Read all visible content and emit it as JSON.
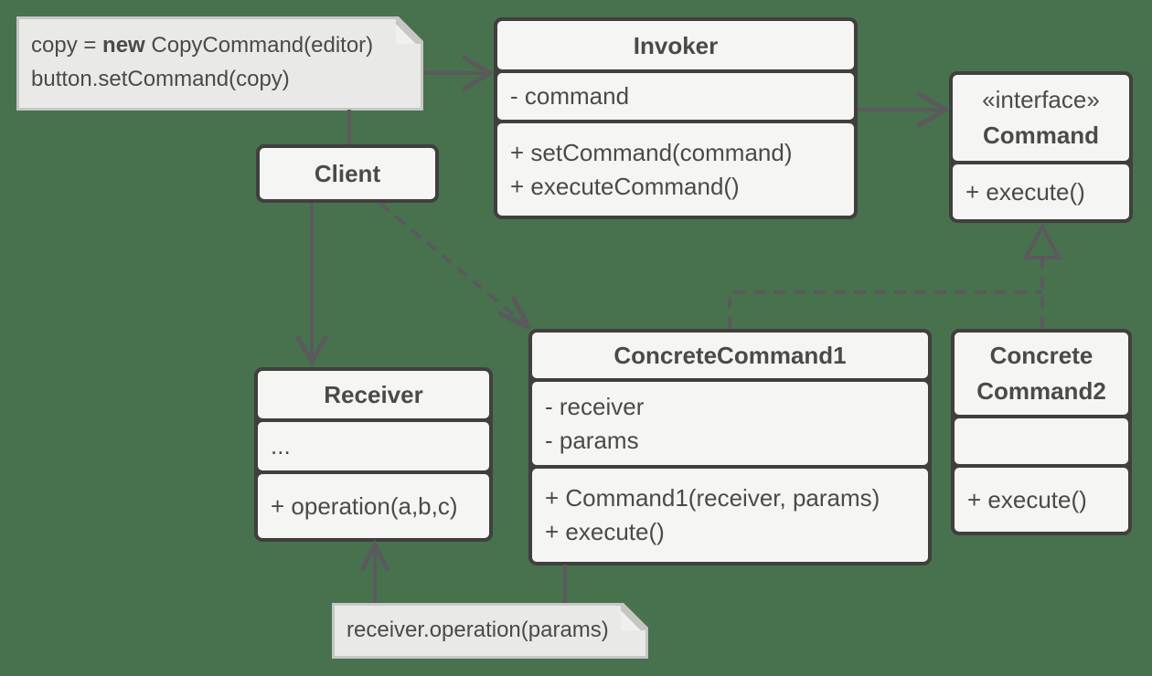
{
  "diagram": {
    "kind": "uml-class-diagram",
    "pattern": "Command"
  },
  "colors": {
    "background": "#48714E",
    "box_border": "#403F3E",
    "box_fill": "#F5F5F4",
    "text": "#4A4A48",
    "note_fill": "#E9E9E7",
    "note_border": "#C6C6C4",
    "connector": "#5A5A5C"
  },
  "notes": {
    "top": {
      "line1_prefix": "copy = ",
      "line1_bold": "new",
      "line1_suffix": " CopyCommand(editor)",
      "line2": "button.setCommand(copy)"
    },
    "bottom": {
      "text": "receiver.operation(params)"
    }
  },
  "classes": {
    "invoker": {
      "title": "Invoker",
      "attributes": [
        "- command"
      ],
      "methods": [
        "+ setCommand(command)",
        "+ executeCommand()"
      ]
    },
    "command": {
      "stereotype": "«interface»",
      "title": "Command",
      "methods": [
        "+ execute()"
      ]
    },
    "client": {
      "title": "Client"
    },
    "receiver": {
      "title": "Receiver",
      "attributes": [
        "..."
      ],
      "methods": [
        "+ operation(a,b,c)"
      ]
    },
    "concrete_command_1": {
      "title": "ConcreteCommand1",
      "attributes": [
        "- receiver",
        "- params"
      ],
      "methods": [
        "+ Command1(receiver, params)",
        "+ execute()"
      ]
    },
    "concrete_command_2": {
      "title": "Concrete Command2",
      "attributes": [],
      "methods": [
        "+ execute()"
      ]
    }
  },
  "edges": [
    {
      "from": "note-top",
      "to": "invoker",
      "style": "solid-open-arrow"
    },
    {
      "from": "note-top",
      "to": "client",
      "style": "plain-line"
    },
    {
      "from": "invoker",
      "to": "command",
      "style": "solid-open-arrow"
    },
    {
      "from": "client",
      "to": "receiver",
      "style": "solid-open-arrow"
    },
    {
      "from": "client",
      "to": "concrete_command_1",
      "style": "dashed-open-arrow"
    },
    {
      "from": "concrete_command_1",
      "to": "command",
      "style": "dashed-hollow-triangle"
    },
    {
      "from": "concrete_command_2",
      "to": "command",
      "style": "dashed-hollow-triangle"
    },
    {
      "from": "note-bottom",
      "to": "receiver",
      "style": "solid-open-arrow"
    },
    {
      "from": "note-bottom",
      "to": "concrete_command_1",
      "style": "plain-line"
    }
  ]
}
